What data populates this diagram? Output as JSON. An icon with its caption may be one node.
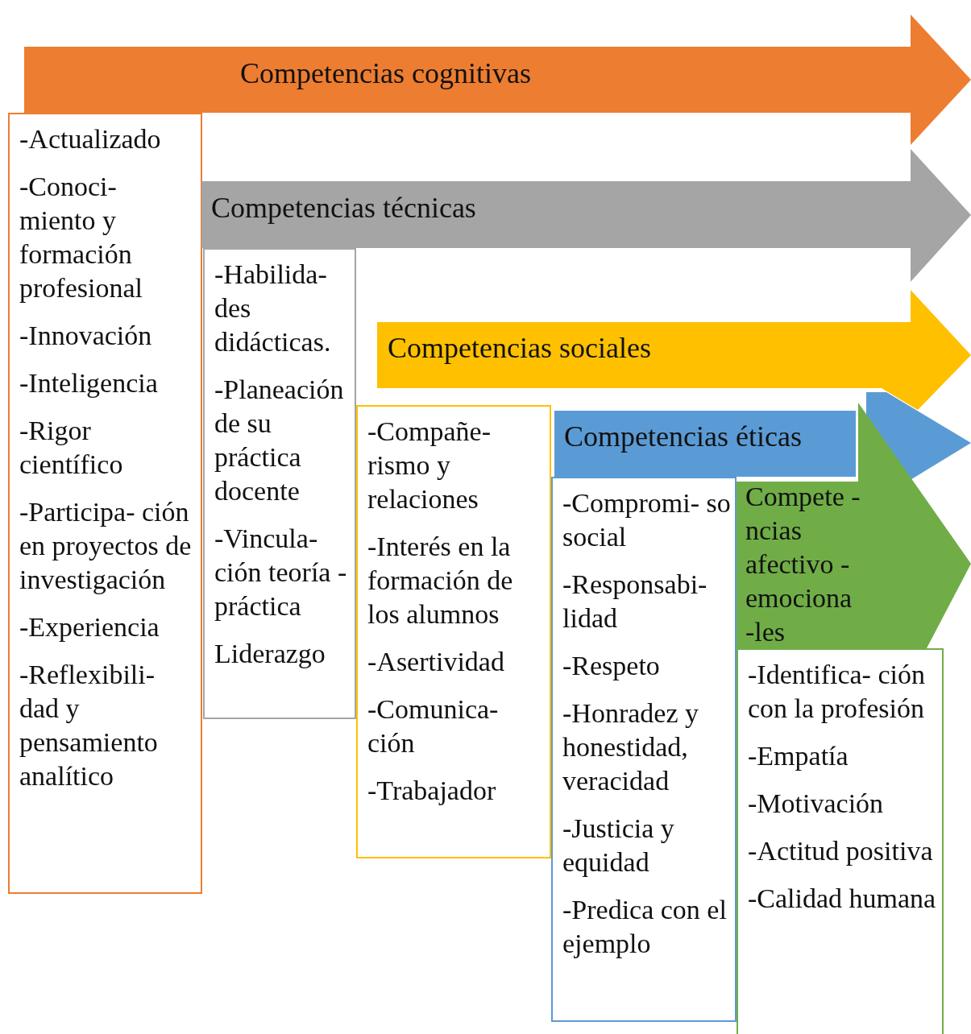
{
  "diagram": {
    "nodes": [
      {
        "text": [
          "Competencias cognitivas"
        ]
      },
      {
        "text": [
          "-Actualizado",
          "-Conoci- miento y formación profesional",
          "-Innovación",
          "-Inteligencia",
          "-Rigor científico",
          "-Participa- ción en proyectos de investigación",
          "-Experiencia",
          "-Reflexibili- dad y pensamiento analítico"
        ]
      },
      {
        "text": [
          "Competencias técnicas"
        ]
      },
      {
        "text": [
          "-Habilida- des didácticas.",
          "-Planeación de su práctica docente",
          "-Vincula- ción teoría - práctica",
          "Liderazgo"
        ]
      },
      {
        "text": [
          "Competencias sociales"
        ]
      },
      {
        "text": [
          "-Compañe- rismo y relaciones",
          "-Interés en la formación de los alumnos",
          "-Asertividad",
          "-Comunica- ción",
          "-Trabajador"
        ]
      },
      {
        "text": [
          "Competencias éticas"
        ]
      },
      {
        "text": [
          "-Compromi- so social",
          "-Responsabi- lidad",
          "-Respeto",
          "-Honradez y honestidad, veracidad",
          "-Justicia y equidad",
          "-Predica con el ejemplo"
        ]
      },
      {
        "text": [
          "Compete -ncias afectivo - emociona -les"
        ]
      },
      {
        "text": [
          "-Identifica- ción con la profesión",
          "-Empatía",
          "-Motivación",
          "-Actitud positiva",
          "-Calidad humana"
        ]
      }
    ]
  }
}
